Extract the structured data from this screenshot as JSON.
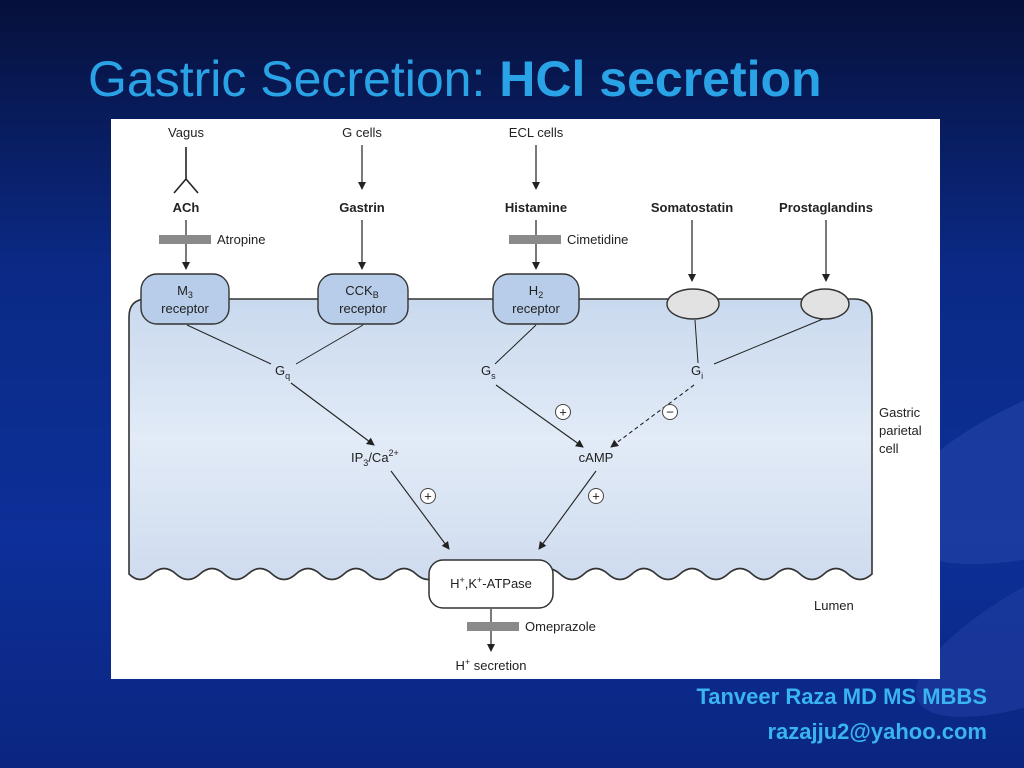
{
  "slide": {
    "title_regular": "Gastric Secretion: ",
    "title_bold": "HCl secretion",
    "author": "Tanveer Raza MD MS MBBS",
    "email": "razajju2@yahoo.com"
  },
  "diagram": {
    "sources": {
      "vagus": "Vagus",
      "g_cells": "G cells",
      "ecl_cells": "ECL cells"
    },
    "signals": {
      "ach": "ACh",
      "gastrin": "Gastrin",
      "histamine": "Histamine",
      "somatostatin": "Somatostatin",
      "prostaglandins": "Prostaglandins"
    },
    "blockers": {
      "atropine": "Atropine",
      "cimetidine": "Cimetidine",
      "omeprazole": "Omeprazole"
    },
    "receptors": {
      "m3_main": "M",
      "m3_sub": "3",
      "cckb_main": "CCK",
      "cckb_sub": "B",
      "h2_main": "H",
      "h2_sub": "2",
      "receptor_word": "receptor"
    },
    "gproteins": {
      "g": "G",
      "gq_sub": "q",
      "gs_sub": "s",
      "gi_sub": "i"
    },
    "messengers": {
      "ip3_a": "IP",
      "ip3_sub": "3",
      "ip3_b": "/Ca",
      "ip3_sup": "2+",
      "camp": "cAMP"
    },
    "effects": {
      "plus": "+",
      "minus": "−"
    },
    "pump": {
      "h": "H",
      "h_sup": "+",
      "k": ",K",
      "k_sup": "+",
      "rest": "-ATPase"
    },
    "cell_label": {
      "line1": "Gastric",
      "line2": "parietal",
      "line3": "cell"
    },
    "lumen": "Lumen",
    "output": {
      "h": "H",
      "sup": "+",
      "rest": " secretion"
    },
    "colors": {
      "cell_fill": "#d6e3f3",
      "receptor_fill": "#b7cde9",
      "inhibitory_receptor_fill": "#e2e2e2",
      "blocker_bar": "#8a8a8a"
    }
  }
}
